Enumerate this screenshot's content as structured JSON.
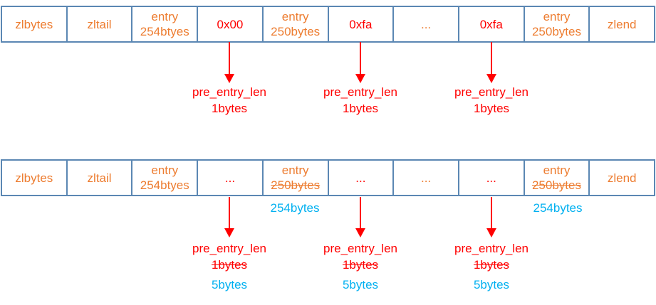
{
  "colors": {
    "orange": "#ED7D31",
    "red": "#FF0000",
    "blue": "#00B0F0",
    "border": "#5B87B3"
  },
  "before": {
    "cells": [
      {
        "text": "zlbytes"
      },
      {
        "text": "zltail"
      },
      {
        "text": "entry",
        "text2": "254btyes"
      },
      {
        "text": "0x00"
      },
      {
        "text": "entry",
        "text2": "250bytes"
      },
      {
        "text": "0xfa"
      },
      {
        "text": "..."
      },
      {
        "text": "0xfa"
      },
      {
        "text": "entry",
        "text2": "250bytes"
      },
      {
        "text": "zlend"
      }
    ],
    "annotations": [
      {
        "title": "pre_entry_len",
        "size": "1bytes"
      },
      {
        "title": "pre_entry_len",
        "size": "1bytes"
      },
      {
        "title": "pre_entry_len",
        "size": "1bytes"
      }
    ]
  },
  "after": {
    "cells": [
      {
        "text": "zlbytes"
      },
      {
        "text": "zltail"
      },
      {
        "text": "entry",
        "text2": "254btyes"
      },
      {
        "text": "..."
      },
      {
        "text": "entry",
        "text2": "250bytes"
      },
      {
        "text": "..."
      },
      {
        "text": "..."
      },
      {
        "text": "..."
      },
      {
        "text": "entry",
        "text2": "250bytes"
      },
      {
        "text": "zlend"
      }
    ],
    "corrected_sizes": [
      {
        "text": "254bytes"
      },
      {
        "text": "254bytes"
      }
    ],
    "annotations": [
      {
        "title": "pre_entry_len",
        "old_size": "1bytes",
        "new_size": "5bytes"
      },
      {
        "title": "pre_entry_len",
        "old_size": "1bytes",
        "new_size": "5bytes"
      },
      {
        "title": "pre_entry_len",
        "old_size": "1bytes",
        "new_size": "5bytes"
      }
    ]
  }
}
